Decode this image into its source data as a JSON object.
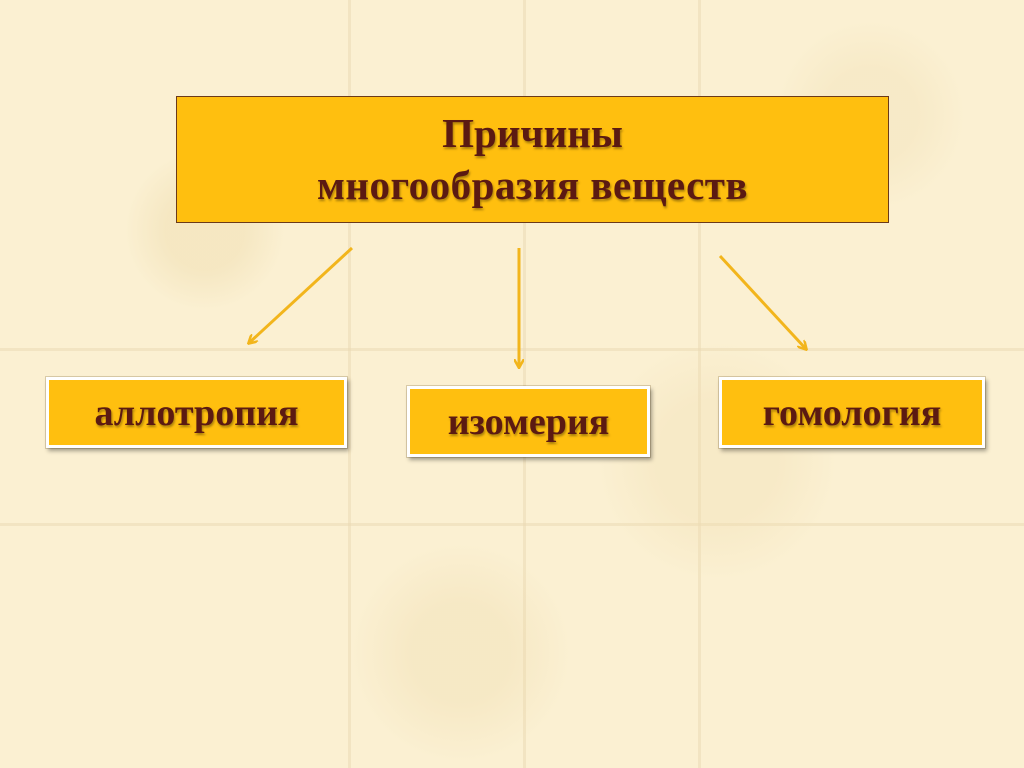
{
  "diagram": {
    "title": {
      "line1": "Причины",
      "line2": "многообразия веществ"
    },
    "causes": [
      {
        "label": "аллотропия"
      },
      {
        "label": "изомерия"
      },
      {
        "label": "гомология"
      }
    ],
    "colors": {
      "box_fill": "#ffbf0f",
      "text": "#5b1a12",
      "arrow": "#f2b51c",
      "background": "#fbf0d2"
    }
  }
}
